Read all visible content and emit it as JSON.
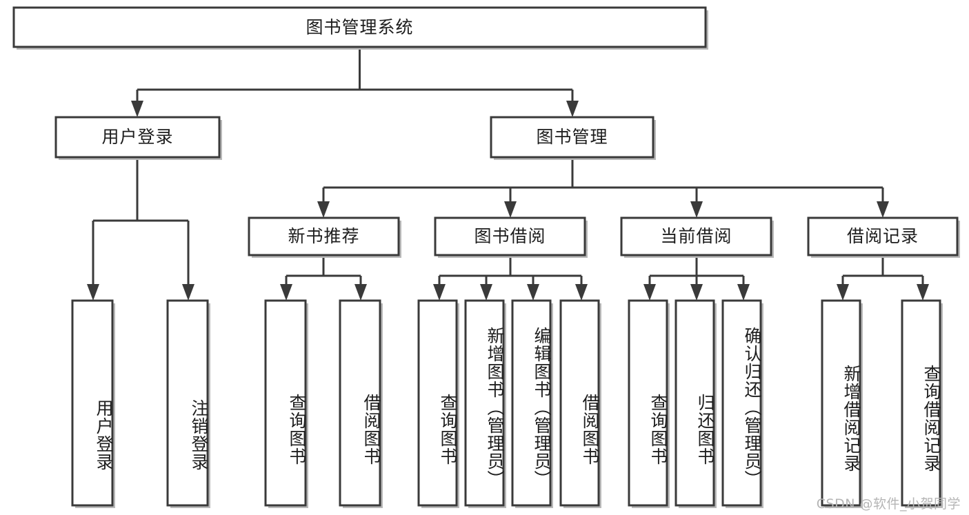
{
  "diagram": {
    "title": "图书管理系统",
    "type": "tree",
    "colors": {
      "box_stroke": "#3a3a3a",
      "box_fill": "#ffffff",
      "text": "#1d1d1d",
      "watermark": "#b5b5b5",
      "background": "#ffffff"
    },
    "root": {
      "label": "图书管理系统"
    },
    "level2": [
      {
        "label": "用户登录"
      },
      {
        "label": "图书管理"
      }
    ],
    "level3": [
      {
        "label": "新书推荐"
      },
      {
        "label": "图书借阅"
      },
      {
        "label": "当前借阅"
      },
      {
        "label": "借阅记录"
      }
    ],
    "leaves": [
      {
        "label": "用户登录",
        "parent": "用户登录"
      },
      {
        "label": "注销登录",
        "parent": "用户登录"
      },
      {
        "label": "查询图书",
        "parent": "新书推荐"
      },
      {
        "label": "借阅图书",
        "parent": "新书推荐"
      },
      {
        "label": "查询图书",
        "parent": "图书借阅"
      },
      {
        "label": "新增图书（管理员）",
        "parent": "图书借阅"
      },
      {
        "label": "编辑图书（管理员）",
        "parent": "图书借阅"
      },
      {
        "label": "借阅图书",
        "parent": "图书借阅"
      },
      {
        "label": "查询图书",
        "parent": "当前借阅"
      },
      {
        "label": "归还图书",
        "parent": "当前借阅"
      },
      {
        "label": "确认归还（管理员）",
        "parent": "当前借阅"
      },
      {
        "label": "新增借阅记录",
        "parent": "借阅记录"
      },
      {
        "label": "查询借阅记录",
        "parent": "借阅记录"
      }
    ],
    "watermark": "CSDN @软件_小贺同学"
  }
}
